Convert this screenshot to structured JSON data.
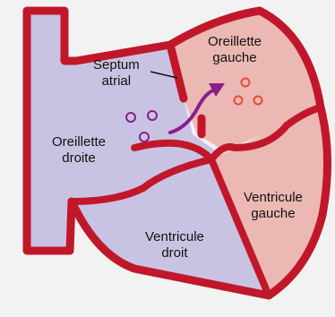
{
  "labels": {
    "septum": [
      "Septum",
      "atrial"
    ],
    "left_atrium": [
      "Oreillette",
      "gauche"
    ],
    "right_atrium": [
      "Oreillette",
      "droite"
    ],
    "left_ventricle": [
      "Ventricule",
      "gauche"
    ],
    "right_ventricle": [
      "Ventricule",
      "droit"
    ]
  },
  "colors": {
    "background": "#f2f2f2",
    "outline": "#c1172a",
    "right_side_fill": "#c9c3e3",
    "left_side_fill": "#ecb8b4",
    "purple_particles": "#8a1e8a",
    "red_particles": "#e64a3a",
    "arrow": "#8a1e8a"
  },
  "icons": {
    "shunt_arrow": "curved-arrow-icon",
    "particles_right": "purple-circles",
    "particles_left": "red-circles"
  }
}
